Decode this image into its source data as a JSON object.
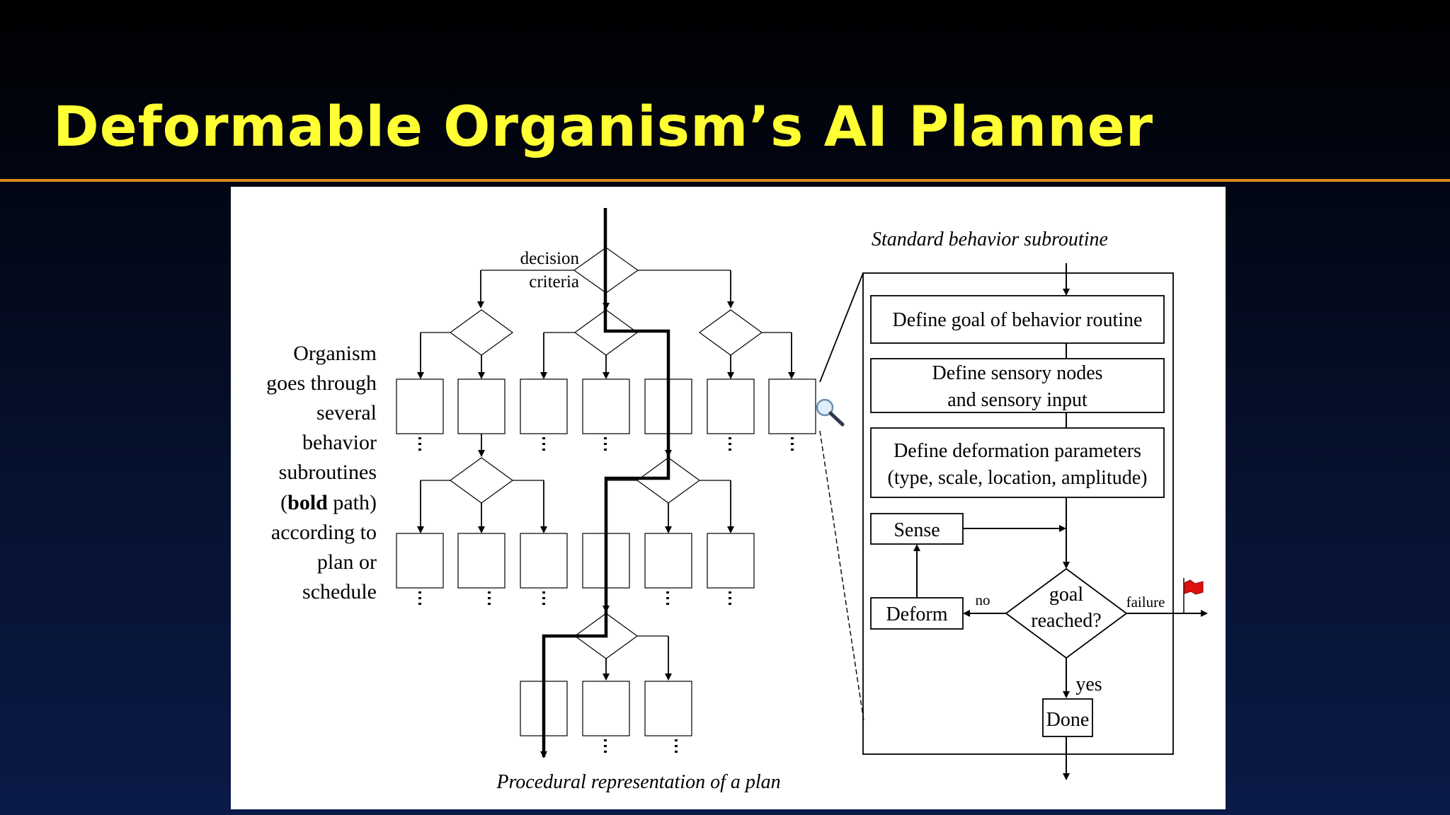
{
  "slide": {
    "title": "Deformable Organism’s AI Planner"
  },
  "figure": {
    "left": {
      "decision_label_line1": "decision",
      "decision_label_line2": "criteria",
      "side_text": {
        "l1": "Organism",
        "l2": "goes through",
        "l3": "several",
        "l4": "behavior",
        "l5": "subroutines",
        "l6_open": "(",
        "l6_bold": "bold",
        "l6_rest": " path)",
        "l7": "according to",
        "l8": "plan or",
        "l9": "schedule"
      },
      "caption": "Procedural representation of a plan"
    },
    "right": {
      "caption": "Standard behavior subroutine",
      "box1": "Define goal of behavior routine",
      "box2_line1": "Define sensory nodes",
      "box2_line2": "and sensory input",
      "box3_line1": "Define deformation parameters",
      "box3_line2": "(type, scale, location, amplitude)",
      "sense": "Sense",
      "deform": "Deform",
      "no": "no",
      "goal_line1": "goal",
      "goal_line2": "reached?",
      "failure": "failure",
      "yes": "yes",
      "done": "Done"
    },
    "icons": [
      "magnifier-icon",
      "red-flag-icon"
    ]
  }
}
